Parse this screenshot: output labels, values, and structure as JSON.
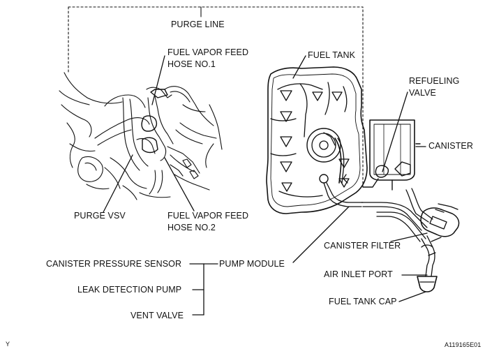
{
  "labels": {
    "purge_line": "PURGE LINE",
    "feed_hose_1_line1": "FUEL VAPOR FEED",
    "feed_hose_1_line2": "HOSE NO.1",
    "fuel_tank": "FUEL TANK",
    "refueling_valve_line1": "REFUELING",
    "refueling_valve_line2": "VALVE",
    "canister": "CANISTER",
    "purge_vsv": "PURGE VSV",
    "feed_hose_2_line1": "FUEL VAPOR FEED",
    "feed_hose_2_line2": "HOSE NO.2",
    "canister_filter": "CANISTER FILTER",
    "canister_pressure_sensor": "CANISTER PRESSURE SENSOR",
    "pump_module": "PUMP MODULE",
    "leak_detection_pump": "LEAK DETECTION PUMP",
    "air_inlet_port": "AIR INLET PORT",
    "vent_valve": "VENT VALVE",
    "fuel_tank_cap": "FUEL TANK CAP"
  },
  "corner_marks": {
    "left": "Y",
    "right": "A119165E01"
  }
}
